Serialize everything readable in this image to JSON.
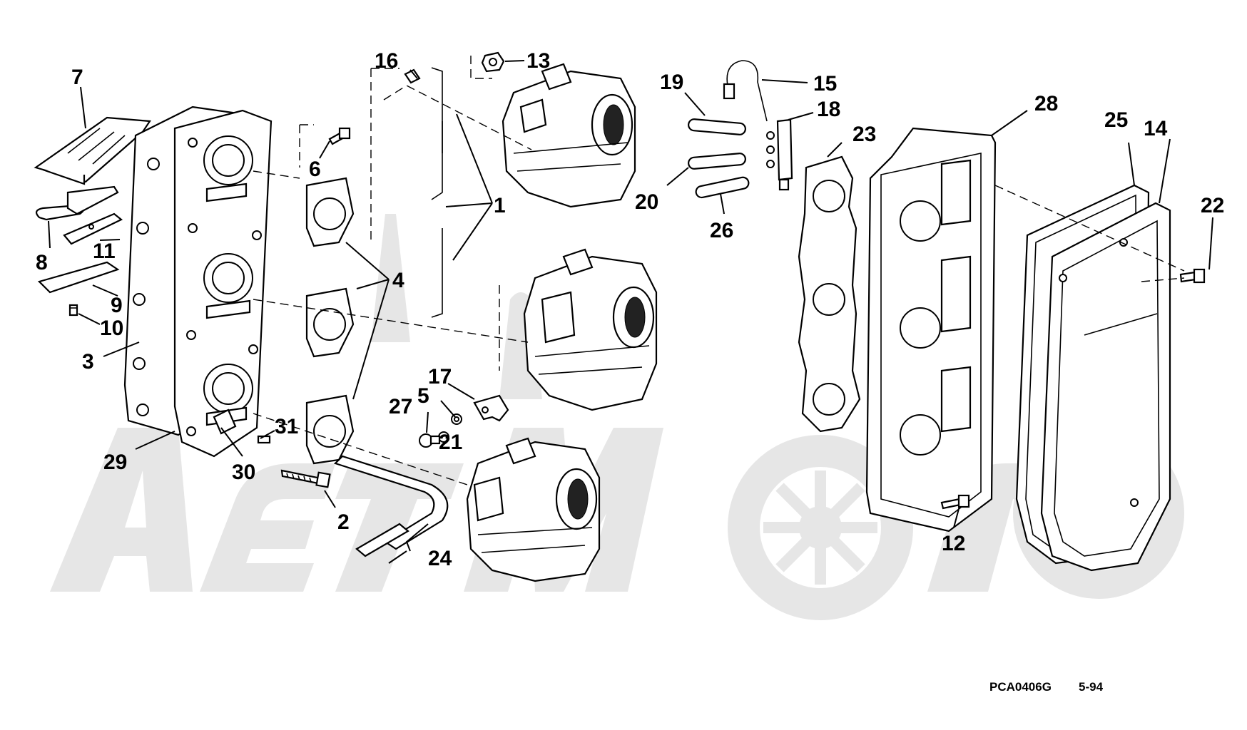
{
  "diagram": {
    "callouts": [
      "7",
      "8",
      "11",
      "9",
      "10",
      "3",
      "29",
      "30",
      "31",
      "2",
      "24",
      "4",
      "6",
      "16",
      "13",
      "1",
      "17",
      "5",
      "27",
      "21",
      "19",
      "15",
      "18",
      "20",
      "26",
      "23",
      "28",
      "25",
      "14",
      "22",
      "12"
    ],
    "footer": {
      "code": "PCA0406G",
      "revision": "5-94"
    },
    "watermark": "logo"
  }
}
